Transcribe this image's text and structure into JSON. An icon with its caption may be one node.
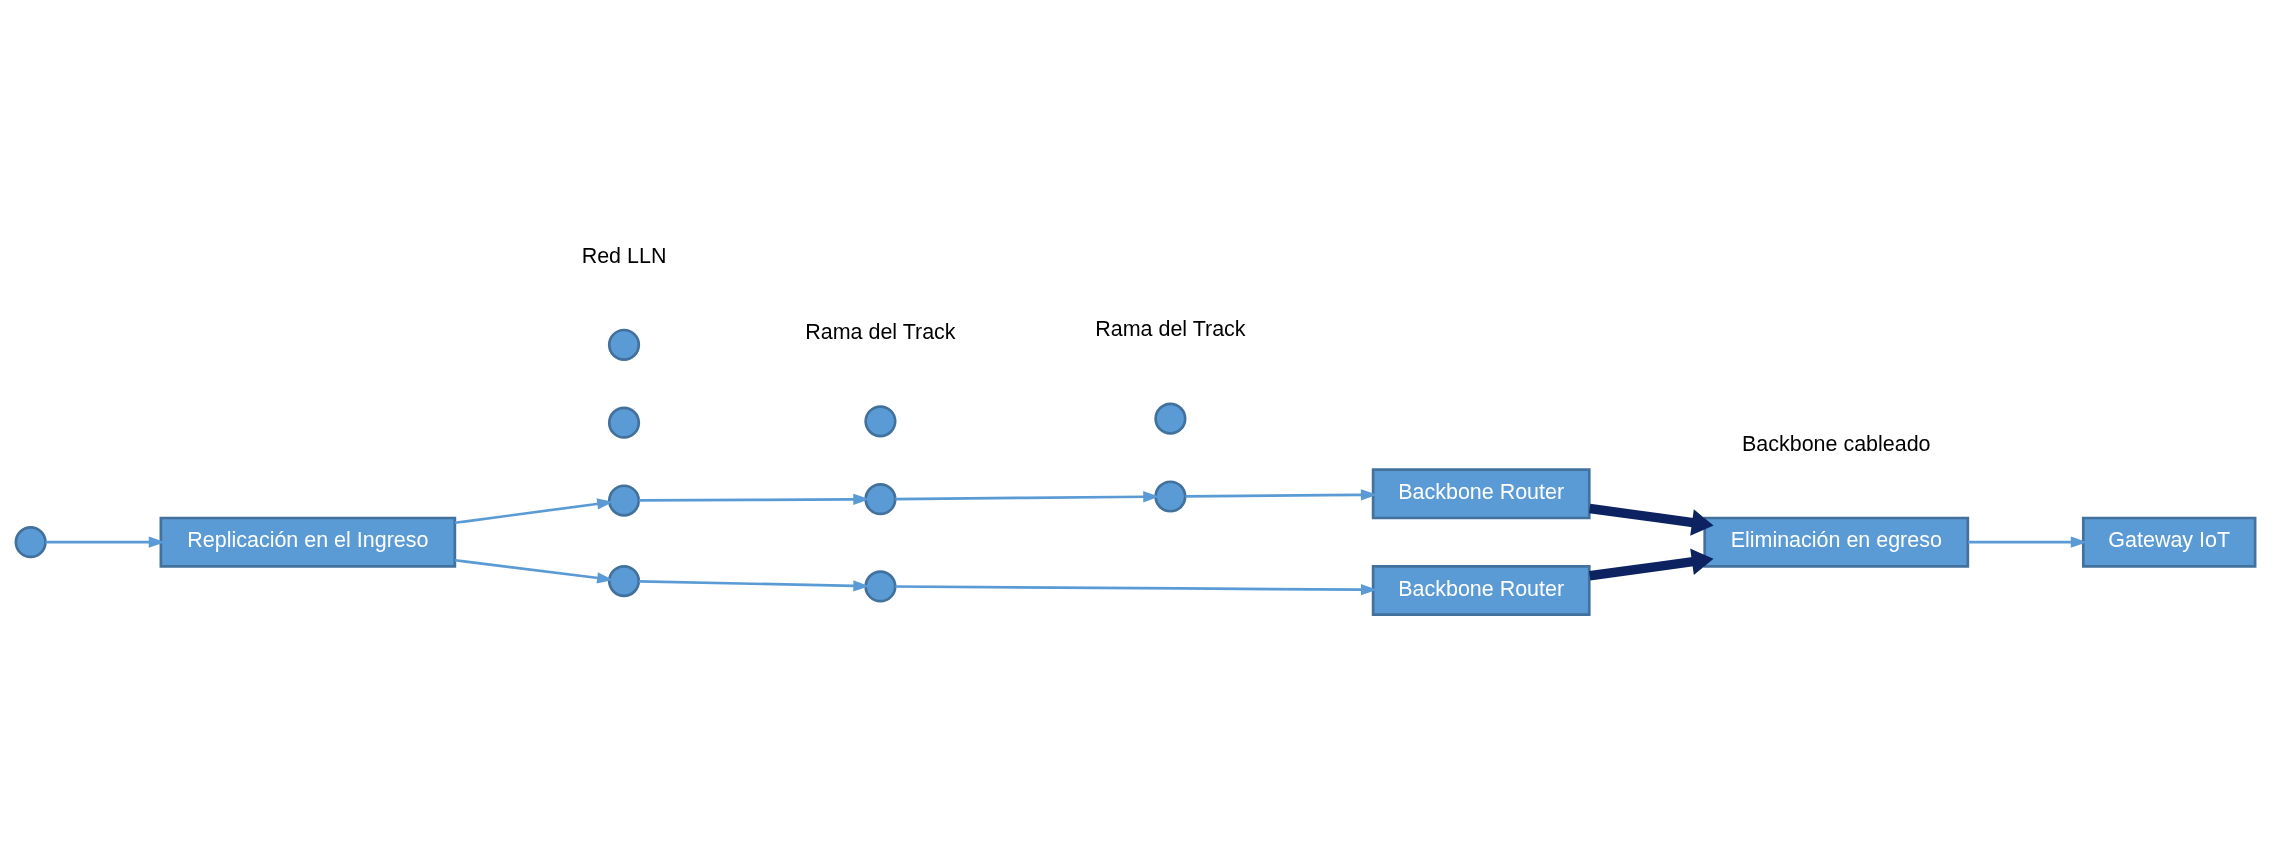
{
  "diagram": {
    "nodes": [
      {
        "text": [],
        "shape": "circle"
      },
      {
        "text": [
          "Replicación en el Ingreso"
        ]
      },
      {
        "text": [],
        "shape": "circle"
      },
      {
        "text": [],
        "shape": "circle"
      },
      {
        "text": [],
        "shape": "circle"
      },
      {
        "text": [
          "Backbone Router"
        ]
      },
      {
        "text": [],
        "shape": "circle"
      },
      {
        "text": [],
        "shape": "circle"
      },
      {
        "text": [
          "Backbone Router"
        ]
      },
      {
        "text": [
          "Eliminación en egreso"
        ]
      },
      {
        "text": [
          "Gateway IoT"
        ]
      },
      {
        "text": [],
        "shape": "circle"
      },
      {
        "text": [],
        "shape": "circle"
      },
      {
        "text": [],
        "shape": "circle"
      },
      {
        "text": [],
        "shape": "circle"
      }
    ],
    "edges": [
      {
        "from": 0,
        "to": 1,
        "arrow": "to"
      },
      {
        "from": 1,
        "to": 2,
        "arrow": "to"
      },
      {
        "from": 2,
        "to": 3,
        "arrow": "to"
      },
      {
        "from": 3,
        "to": 4,
        "arrow": "to"
      },
      {
        "from": 4,
        "to": 5,
        "arrow": "to"
      },
      {
        "from": 1,
        "to": 6,
        "arrow": "to"
      },
      {
        "from": 6,
        "to": 7,
        "arrow": "to"
      },
      {
        "from": 7,
        "to": 8,
        "arrow": "to"
      },
      {
        "from": 5,
        "to": 9,
        "arrow": "to",
        "style": "thick",
        "color": "#0d2361"
      },
      {
        "from": 8,
        "to": 9,
        "arrow": "to",
        "style": "thick",
        "color": "#0d2361"
      },
      {
        "from": 9,
        "to": 10,
        "arrow": "to"
      }
    ],
    "labels": [
      "Rama del Track",
      "Red LLN",
      "Backbone cableado",
      "Rama del Track"
    ]
  }
}
